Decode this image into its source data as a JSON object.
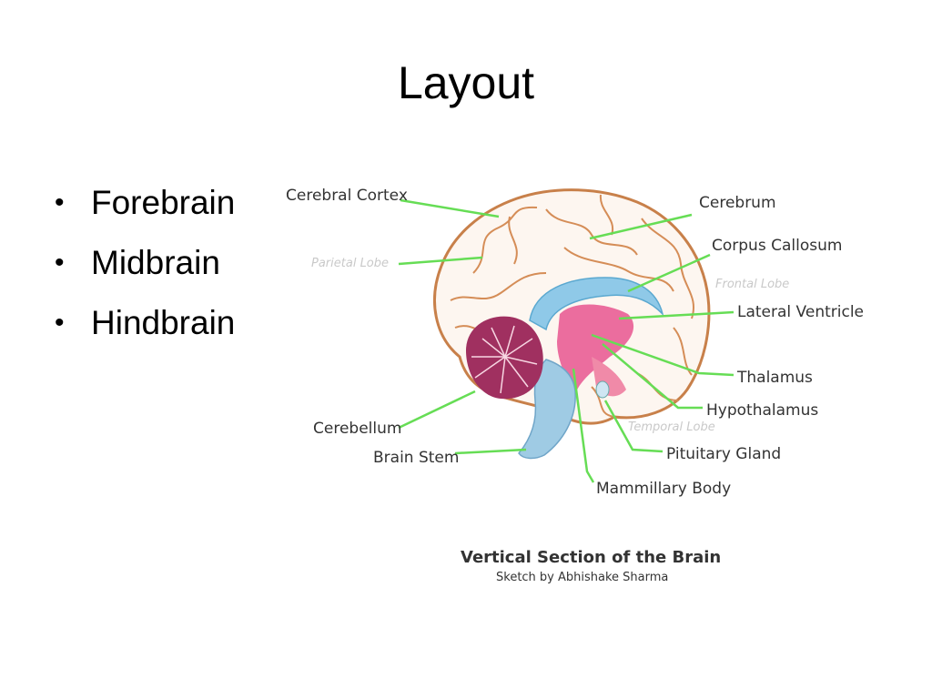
{
  "slide": {
    "title": "Layout",
    "bullets": [
      "Forebrain",
      "Midbrain",
      "Hindbrain"
    ]
  },
  "diagram": {
    "labels": {
      "cerebral_cortex": "Cerebral Cortex",
      "parietal_lobe": "Parietal Lobe",
      "cerebrum": "Cerebrum",
      "corpus_callosum": "Corpus Callosum",
      "frontal_lobe": "Frontal Lobe",
      "lateral_ventricle": "Lateral Ventricle",
      "thalamus": "Thalamus",
      "hypothalamus": "Hypothalamus",
      "temporal_lobe": "Temporal Lobe",
      "pituitary_gland": "Pituitary Gland",
      "mammillary_body": "Mammillary Body",
      "cerebellum": "Cerebellum",
      "brain_stem": "Brain Stem"
    },
    "caption": {
      "title": "Vertical Section of the Brain",
      "credit": "Sketch by Abhishake Sharma"
    },
    "colors": {
      "leader": "#66dd55",
      "cortex_outline": "#c8804a",
      "ventricle": "#8fc9e8",
      "thalamus": "#e8558f",
      "cerebellum": "#9a2c55"
    }
  }
}
